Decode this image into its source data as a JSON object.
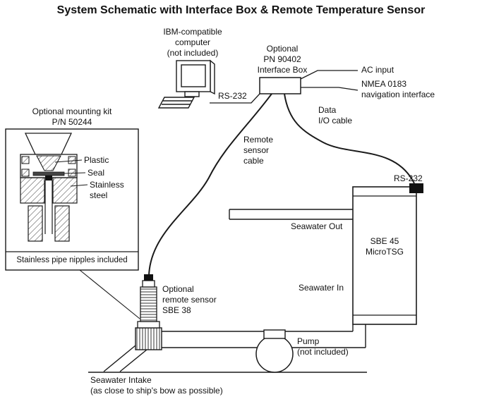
{
  "title": "System Schematic with Interface Box & Remote Temperature Sensor",
  "computer": {
    "label": "IBM-compatible\ncomputer\n(not included)",
    "port_label": "RS-232"
  },
  "interface_box": {
    "label": "Optional\nPN 90402\nInterface Box",
    "ac_label": "AC input",
    "nmea_label": "NMEA 0183\nnavigation interface"
  },
  "cables": {
    "data_io": "Data\nI/O cable",
    "remote_sensor": "Remote\nsensor\ncable"
  },
  "mounting_kit": {
    "label": "Optional mounting kit\nP/N 50244",
    "plastic": "Plastic",
    "seal": "Seal",
    "stainless": "Stainless\nsteel",
    "note": "Stainless pipe nipples included"
  },
  "tsg": {
    "label": "SBE 45\nMicroTSG",
    "port_label": "RS-232",
    "seawater_out": "Seawater Out",
    "seawater_in": "Seawater In"
  },
  "sensor": {
    "label": "Optional\nremote sensor\nSBE 38"
  },
  "pump": {
    "label": "Pump\n(not included)"
  },
  "intake": {
    "label": "Seawater Intake\n(as close to ship's bow as possible)"
  },
  "colors": {
    "line": "#1a1a1a",
    "background": "#ffffff"
  }
}
